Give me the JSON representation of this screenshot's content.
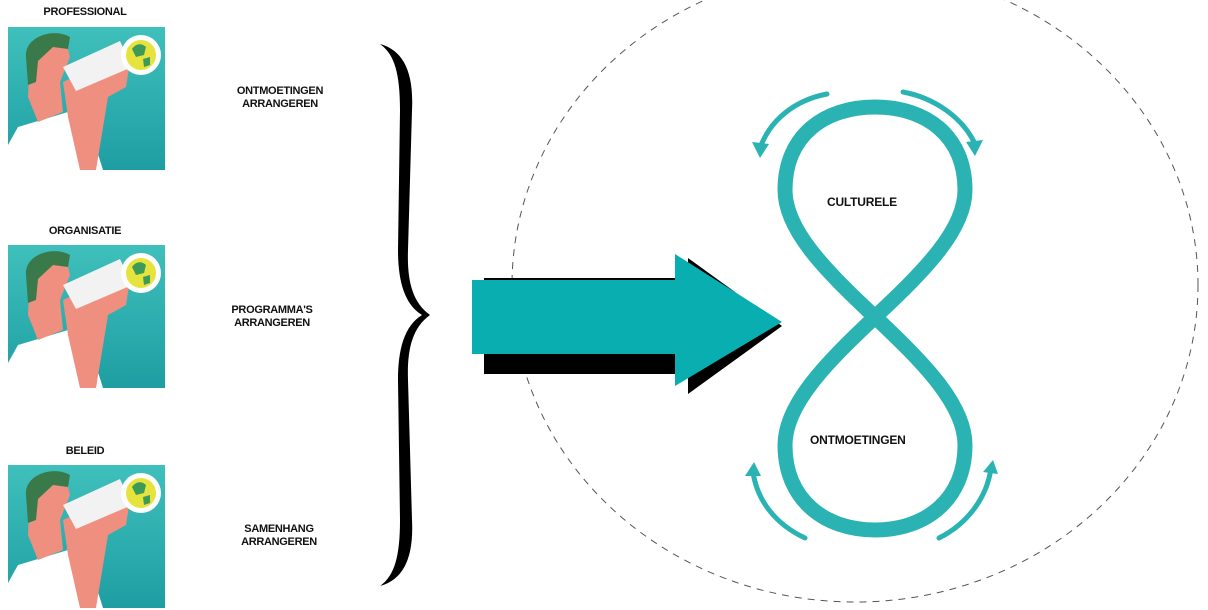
{
  "personas": [
    {
      "label": "PROFESSIONAL"
    },
    {
      "label": "ORGANISATIE"
    },
    {
      "label": "BELEID"
    }
  ],
  "actions": [
    {
      "line1": "ONTMOETINGEN",
      "line2": "ARRANGEREN"
    },
    {
      "line1": "PROGRAMMA'S",
      "line2": "ARRANGEREN"
    },
    {
      "line1": "SAMENHANG",
      "line2": "ARRANGEREN"
    }
  ],
  "cycle": {
    "top_label": "CULTURELE",
    "bottom_label": "ONTMOETINGEN"
  },
  "colors": {
    "teal": "#2bb3b3",
    "teal_dark": "#1f9a9c",
    "arrow": "#09aeb0",
    "skin": "#ef8f80",
    "hair": "#3a7a4a",
    "shirt": "#ffffff"
  },
  "icons": {
    "persona": "person-with-binoculars-icon",
    "brace": "curly-brace-icon",
    "arrow": "big-right-arrow-icon",
    "cycle": "infinity-figure-eight-icon"
  }
}
